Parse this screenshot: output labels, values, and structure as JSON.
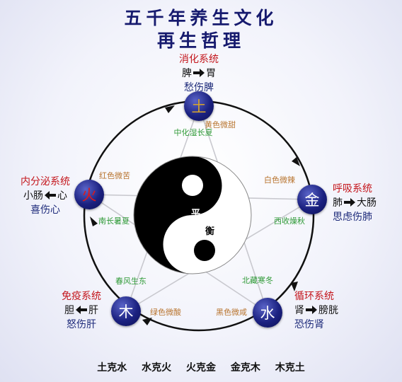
{
  "title": {
    "line1": "五千年养生文化",
    "line2": "再生哲理"
  },
  "elements": {
    "earth": {
      "name": "土",
      "color": "#d8a52a"
    },
    "metal": {
      "name": "金",
      "color": "#ffffff"
    },
    "water": {
      "name": "水",
      "color": "#ffffff"
    },
    "wood": {
      "name": "木",
      "color": "#ffffff"
    },
    "fire": {
      "name": "火",
      "color": "#e01818"
    }
  },
  "systems": {
    "digestive": {
      "title": "消化系统",
      "organ_a": "脾",
      "organ_b": "胃",
      "direction": "right",
      "emotion": "愁伤脾"
    },
    "respiratory": {
      "title": "呼吸系统",
      "organ_a": "肺",
      "organ_b": "大肠",
      "direction": "right",
      "emotion": "思虑伤肺"
    },
    "circulatory": {
      "title": "循环系统",
      "organ_a": "肾",
      "organ_b": "膀胱",
      "direction": "right",
      "emotion": "恐伤肾"
    },
    "immune": {
      "title": "免疫系统",
      "organ_a": "胆",
      "organ_b": "肝",
      "direction": "left",
      "emotion": "怒伤肝"
    },
    "endocrine": {
      "title": "内分泌系统",
      "organ_a": "小肠",
      "organ_b": "心",
      "direction": "left",
      "emotion": "喜伤心"
    }
  },
  "orange_labels": {
    "earth": "黄色微甜",
    "metal": "白色微辣",
    "water": "黑色微咸",
    "wood": "绿色微酸",
    "fire": "红色微苦"
  },
  "green_labels": {
    "earth": "中化湿长夏",
    "metal": "西收燥秋",
    "water": "北藏寒冬",
    "wood": "春风生东",
    "fire": "南长暑夏"
  },
  "yinyang": {
    "ping": "平",
    "heng": "衡"
  },
  "rules": [
    "土克水",
    "水克火",
    "火克金",
    "金克木",
    "木克土"
  ],
  "colors": {
    "title": "#161a6e",
    "system": "#c4161c",
    "orange": "#b8742e",
    "green": "#2f9a37",
    "node": "#1b2180"
  }
}
